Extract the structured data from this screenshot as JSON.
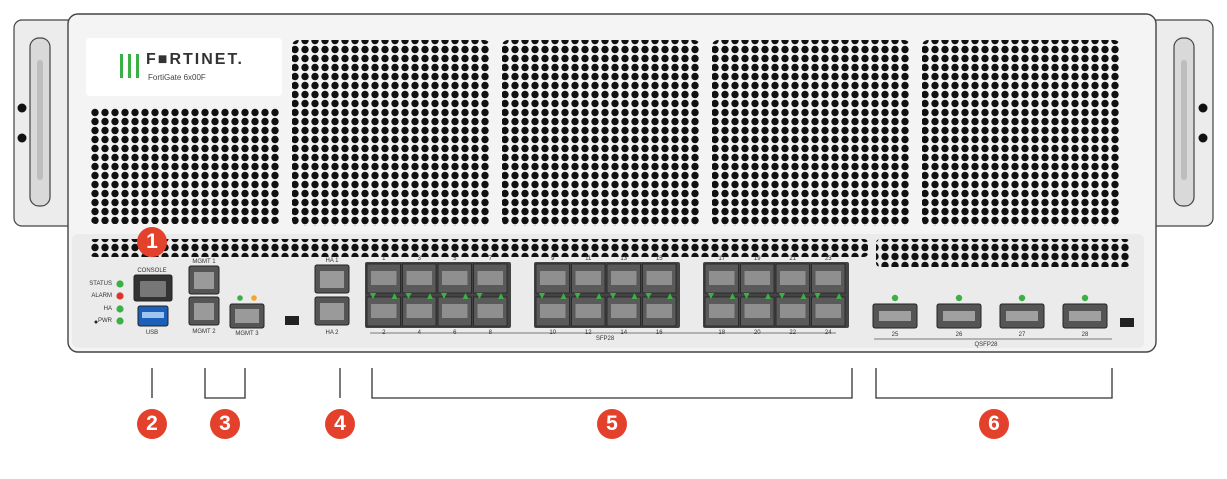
{
  "brand": {
    "name": "F■RTINET.",
    "model": "FortiGate 6x00F"
  },
  "leds": [
    {
      "label": "STATUS",
      "color": "#3cb044"
    },
    {
      "label": "ALARM",
      "color": "#e0342a"
    },
    {
      "label": "HA",
      "color": "#3cb044"
    },
    {
      "label": "PWR",
      "color": "#3cb044"
    }
  ],
  "ports": {
    "console": "CONSOLE",
    "usb": "USB",
    "mgmt1": "MGMT 1",
    "mgmt2": "MGMT 2",
    "mgmt3": "MGMT 3",
    "ha1": "HA 1",
    "ha2": "HA 2",
    "sfp_label": "SFP28",
    "qsfp_label": "QSFP28",
    "sfp_top": [
      "1",
      "3",
      "5",
      "7",
      "9",
      "11",
      "13",
      "15",
      "17",
      "19",
      "21",
      "23"
    ],
    "sfp_bottom": [
      "2",
      "4",
      "6",
      "8",
      "10",
      "12",
      "14",
      "16",
      "18",
      "20",
      "22",
      "24"
    ],
    "qsfp": [
      "25",
      "26",
      "27",
      "28"
    ]
  },
  "callouts": [
    "1",
    "2",
    "3",
    "4",
    "5",
    "6"
  ],
  "colors": {
    "accent": "#e4412c",
    "chassis": "#f4f4f4",
    "led_green": "#3cb044",
    "led_red": "#e0342a",
    "led_orange": "#f5a623"
  }
}
